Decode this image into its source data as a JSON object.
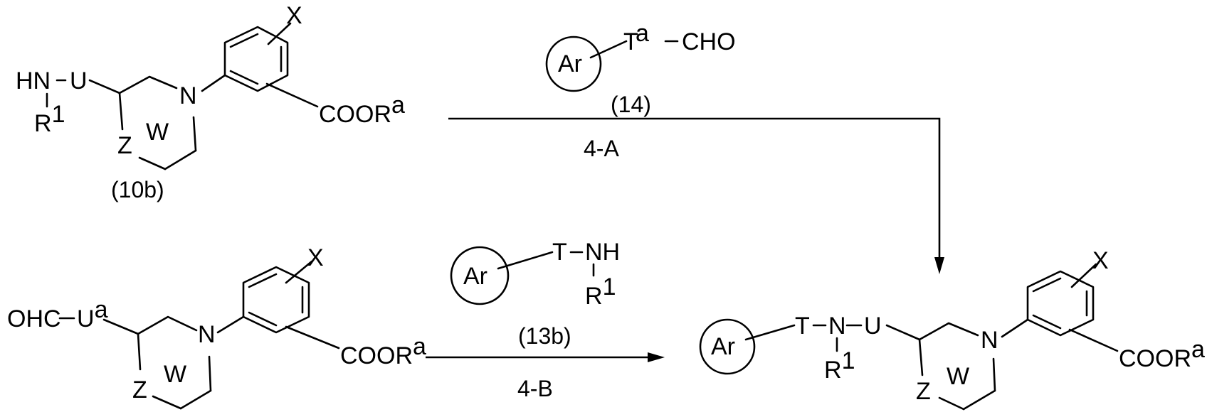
{
  "compound_10b": {
    "label": "(10b)",
    "amine": "HN",
    "linker": "U",
    "substituent": "R",
    "substituent_sup": "1",
    "ring_atom_z": "Z",
    "ring_label": "W",
    "ring_n": "N",
    "aryl_sub": "X",
    "ester": "COOR",
    "ester_sup": "a"
  },
  "reagent_14": {
    "label": "(14)",
    "ar": "Ar",
    "tether": "T",
    "tether_sup": "a",
    "aldehyde": "CHO"
  },
  "step_4A": {
    "label": "4-A"
  },
  "aldehyde_start": {
    "group": "OHC",
    "linker": "U",
    "linker_sup": "a",
    "ring_atom_z": "Z",
    "ring_label": "W",
    "ring_n": "N",
    "aryl_sub": "X",
    "ester": "COOR",
    "ester_sup": "a"
  },
  "reagent_13b": {
    "label": "(13b)",
    "ar": "Ar",
    "tether": "T",
    "amine": "NH",
    "substituent": "R",
    "substituent_sup": "1"
  },
  "step_4B": {
    "label": "4-B"
  },
  "product": {
    "ar": "Ar",
    "tether": "T",
    "nitrogen": "N",
    "linker": "U",
    "substituent": "R",
    "substituent_sup": "1",
    "ring_atom_z": "Z",
    "ring_label": "W",
    "ring_n": "N",
    "aryl_sub": "X",
    "ester": "COOR",
    "ester_sup": "a"
  }
}
